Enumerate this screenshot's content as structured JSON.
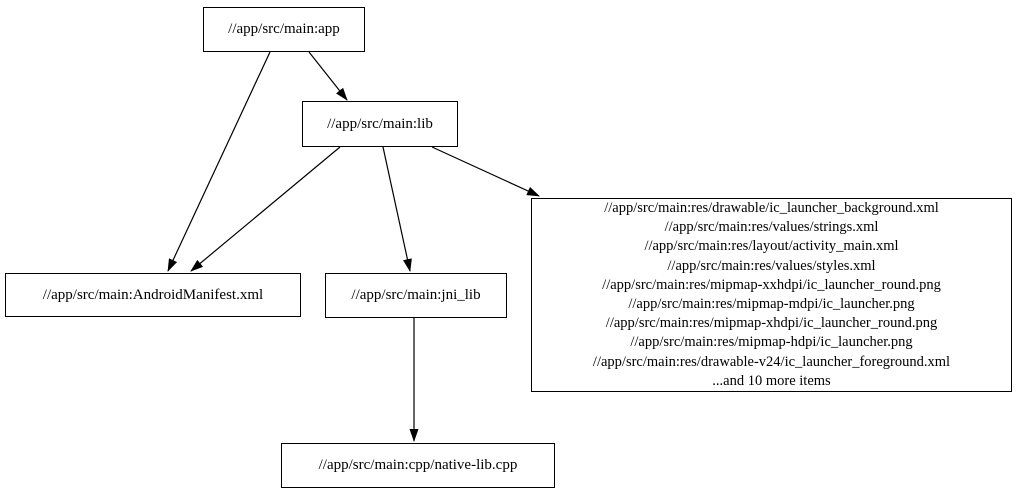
{
  "graph": {
    "title": "bazel-dependency-graph",
    "colors": {
      "background": "#ffffff",
      "node_fill": "#ffffff",
      "node_border": "#000000",
      "text": "#000000",
      "edge": "#000000"
    },
    "nodes": {
      "app": {
        "label": "//app/src/main:app"
      },
      "lib": {
        "label": "//app/src/main:lib"
      },
      "android_manifest": {
        "label": "//app/src/main:AndroidManifest.xml"
      },
      "jni_lib": {
        "label": "//app/src/main:jni_lib"
      },
      "native_lib_cpp": {
        "label": "//app/src/main:cpp/native-lib.cpp"
      },
      "res_files": {
        "lines": [
          "//app/src/main:res/drawable/ic_launcher_background.xml",
          "//app/src/main:res/values/strings.xml",
          "//app/src/main:res/layout/activity_main.xml",
          "//app/src/main:res/values/styles.xml",
          "//app/src/main:res/mipmap-xxhdpi/ic_launcher_round.png",
          "//app/src/main:res/mipmap-mdpi/ic_launcher.png",
          "//app/src/main:res/mipmap-xhdpi/ic_launcher_round.png",
          "//app/src/main:res/mipmap-hdpi/ic_launcher.png",
          "//app/src/main:res/drawable-v24/ic_launcher_foreground.xml",
          "...and 10 more items"
        ]
      }
    },
    "edges": [
      {
        "from": "app",
        "to": "lib"
      },
      {
        "from": "app",
        "to": "android_manifest"
      },
      {
        "from": "lib",
        "to": "android_manifest"
      },
      {
        "from": "lib",
        "to": "jni_lib"
      },
      {
        "from": "lib",
        "to": "res_files"
      },
      {
        "from": "jni_lib",
        "to": "native_lib_cpp"
      }
    ]
  }
}
